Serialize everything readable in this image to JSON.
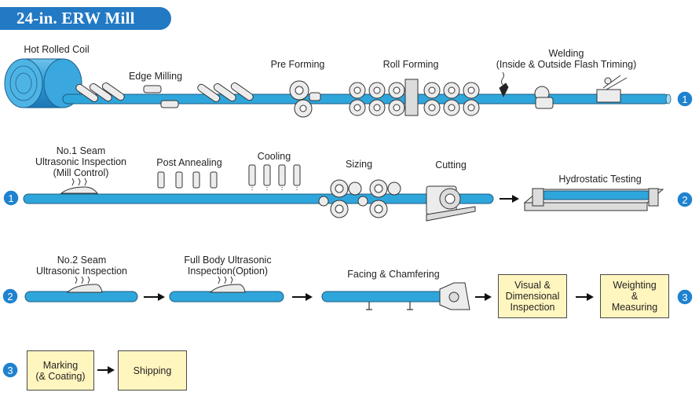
{
  "title": "24-in. ERW Mill",
  "row1": {
    "hot_rolled_coil": "Hot Rolled Coil",
    "edge_milling": "Edge Milling",
    "pre_forming": "Pre Forming",
    "roll_forming": "Roll Forming",
    "welding": "Welding",
    "welding_sub": "(Inside & Outside Flash Triming)",
    "connector_end": "1"
  },
  "row2": {
    "connector_start": "1",
    "seam1_l1": "No.1 Seam",
    "seam1_l2": "Ultrasonic Inspection",
    "seam1_l3": "(Mill Control)",
    "post_annealing": "Post Annealing",
    "cooling": "Cooling",
    "sizing": "Sizing",
    "cutting": "Cutting",
    "hydrostatic": "Hydrostatic Testing",
    "connector_end": "2"
  },
  "row3": {
    "connector_start": "2",
    "seam2_l1": "No.2 Seam",
    "seam2_l2": "Ultrasonic Inspection",
    "fullbody_l1": "Full Body Ultrasonic",
    "fullbody_l2": "Inspection(Option)",
    "facing": "Facing  &  Chamfering",
    "visual_box": "Visual &\nDimensional\nInspection",
    "weighting_box": "Weighting\n&\nMeasuring",
    "connector_end": "3"
  },
  "row4": {
    "connector_start": "3",
    "marking_box": "Marking\n(& Coating)",
    "shipping_box": "Shipping"
  },
  "colors": {
    "pipe": "#2fa6db",
    "banner": "#2279c4",
    "connector": "#1f82cf",
    "box_fill": "#fff6bf"
  }
}
